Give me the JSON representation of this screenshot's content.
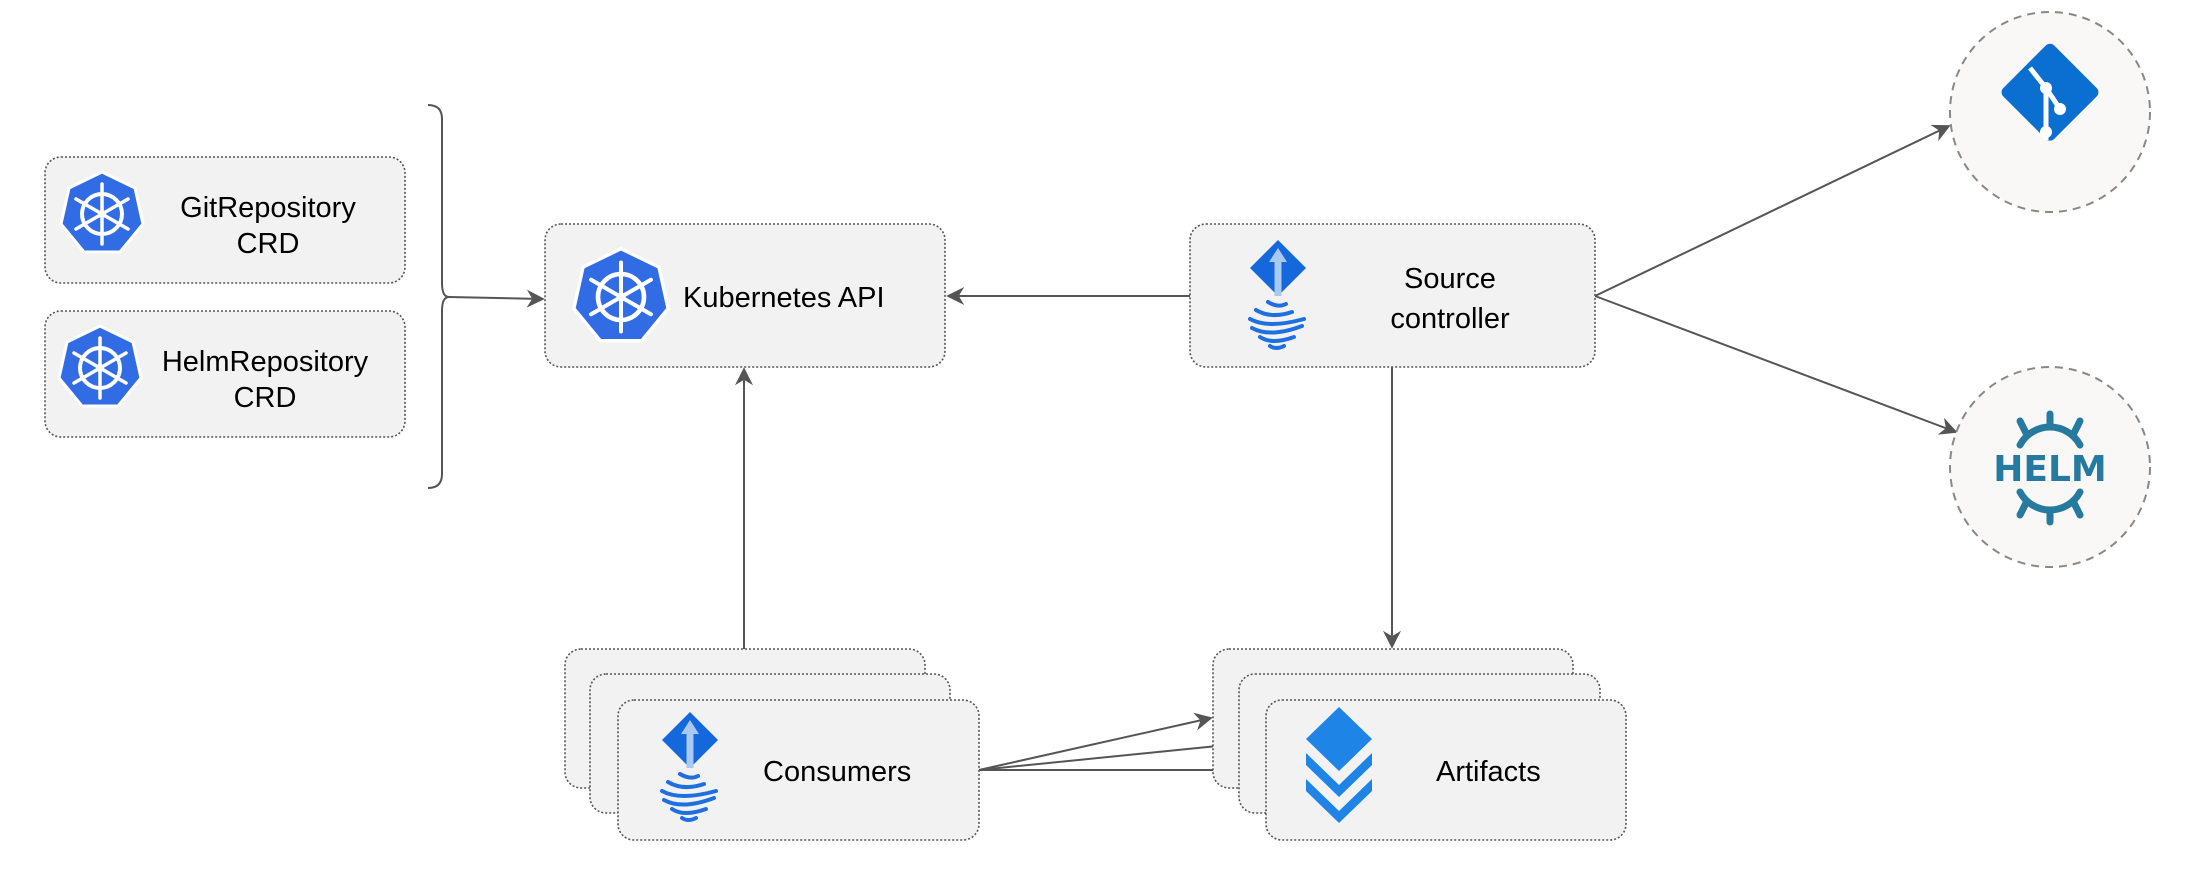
{
  "nodes": {
    "git_repository_crd": {
      "line1": "GitRepository",
      "line2": "CRD",
      "icon": "kubernetes-icon"
    },
    "helm_repository_crd": {
      "line1": "HelmRepository",
      "line2": "CRD",
      "icon": "kubernetes-icon"
    },
    "kubernetes_api": {
      "label": "Kubernetes API",
      "icon": "kubernetes-icon"
    },
    "source_controller": {
      "line1": "Source",
      "line2": "controller",
      "icon": "flux-icon"
    },
    "consumers": {
      "label": "Consumers",
      "icon": "flux-icon"
    },
    "artifacts": {
      "label": "Artifacts",
      "icon": "layers-icon"
    },
    "git": {
      "icon": "git-icon"
    },
    "helm": {
      "label": "HELM",
      "icon": "helm-icon"
    }
  },
  "colors": {
    "kubernetes_blue": "#326ce5",
    "git_blue": "#0a6fd0",
    "helm_teal": "#277a9f",
    "layers_blue": "#1e84e6",
    "box_fill": "#f2f2f2"
  }
}
